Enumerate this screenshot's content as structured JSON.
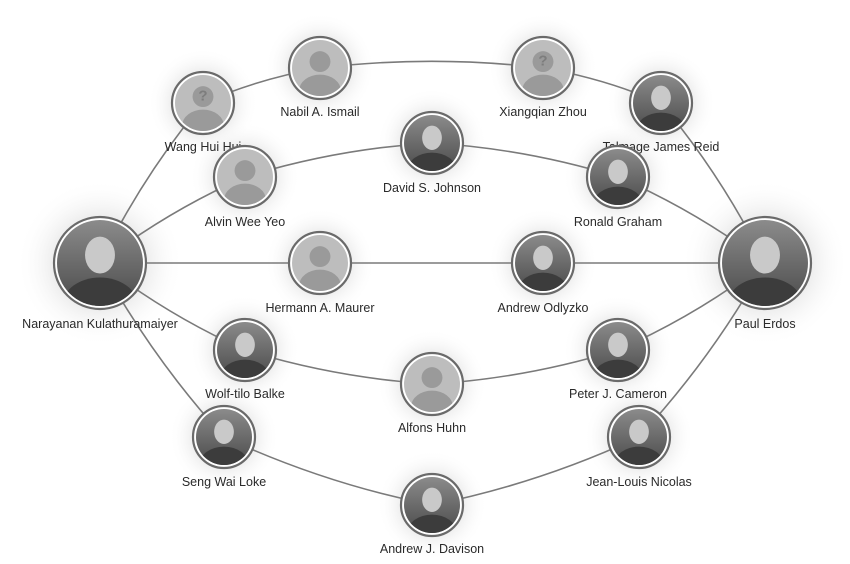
{
  "nodes": [
    {
      "id": "narayanan",
      "name": "Narayanan Kulathuramaiyer",
      "photo": "photo",
      "role": "endpoint"
    },
    {
      "id": "paul",
      "name": "Paul Erdos",
      "photo": "photo",
      "role": "endpoint"
    },
    {
      "id": "wang",
      "name": "Wang Hui Hui",
      "photo": "unknown"
    },
    {
      "id": "nabil",
      "name": "Nabil A. Ismail",
      "photo": "placeholder"
    },
    {
      "id": "xiangqian",
      "name": "Xiangqian Zhou",
      "photo": "unknown"
    },
    {
      "id": "talmage",
      "name": "Talmage James Reid",
      "photo": "photo"
    },
    {
      "id": "alvin",
      "name": "Alvin Wee Yeo",
      "photo": "placeholder"
    },
    {
      "id": "david",
      "name": "David S. Johnson",
      "photo": "photo"
    },
    {
      "id": "ronald",
      "name": "Ronald Graham",
      "photo": "photo"
    },
    {
      "id": "hermann",
      "name": "Hermann A. Maurer",
      "photo": "placeholder"
    },
    {
      "id": "andrewo",
      "name": "Andrew Odlyzko",
      "photo": "photo"
    },
    {
      "id": "wolf",
      "name": "Wolf-tilo Balke",
      "photo": "photo"
    },
    {
      "id": "alfons",
      "name": "Alfons Huhn",
      "photo": "placeholder"
    },
    {
      "id": "peter",
      "name": "Peter J. Cameron",
      "photo": "photo"
    },
    {
      "id": "seng",
      "name": "Seng Wai Loke",
      "photo": "photo"
    },
    {
      "id": "jeanlouis",
      "name": "Jean-Louis Nicolas",
      "photo": "photo"
    },
    {
      "id": "andrewd",
      "name": "Andrew J. Davison",
      "photo": "photo"
    }
  ],
  "edges": [
    [
      "narayanan",
      "wang"
    ],
    [
      "wang",
      "nabil"
    ],
    [
      "nabil",
      "xiangqian"
    ],
    [
      "xiangqian",
      "talmage"
    ],
    [
      "talmage",
      "paul"
    ],
    [
      "narayanan",
      "alvin"
    ],
    [
      "alvin",
      "david"
    ],
    [
      "david",
      "ronald"
    ],
    [
      "ronald",
      "paul"
    ],
    [
      "narayanan",
      "hermann"
    ],
    [
      "hermann",
      "andrewo"
    ],
    [
      "andrewo",
      "paul"
    ],
    [
      "narayanan",
      "wolf"
    ],
    [
      "wolf",
      "alfons"
    ],
    [
      "alfons",
      "peter"
    ],
    [
      "peter",
      "paul"
    ],
    [
      "narayanan",
      "seng"
    ],
    [
      "seng",
      "andrewd"
    ],
    [
      "andrewd",
      "jeanlouis"
    ],
    [
      "jeanlouis",
      "paul"
    ]
  ],
  "colors": {
    "edge": "#7a7a7a",
    "ring": "#6a6a6a",
    "placeholder_bg": "#bdbdbd",
    "placeholder_fg": "#9a9a9a",
    "glow": "#d6d6d6"
  }
}
